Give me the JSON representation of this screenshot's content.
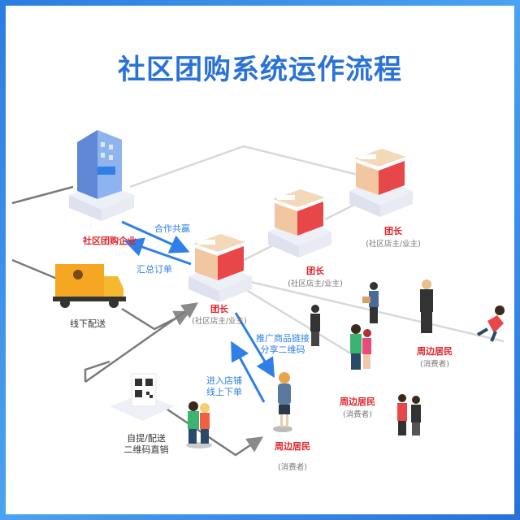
{
  "title": "社区团购系统运作流程",
  "enterprise": {
    "label": "社区团购企业"
  },
  "delivery": {
    "label": "线下配送"
  },
  "flows": {
    "cooperate": "合作共赢",
    "summary": "汇总订单",
    "promote_line1": "推广商品链接",
    "promote_line2": "分享二维码",
    "enter_line1": "进入店铺",
    "enter_line2": "线上下单"
  },
  "leaders": [
    {
      "label": "团长",
      "sub": "(社区店主/业主)"
    },
    {
      "label": "团长",
      "sub": "(社区店主/业主)"
    },
    {
      "label": "团长",
      "sub": "(社区店主/业主)"
    }
  ],
  "qr": {
    "line1": "自提/配送",
    "line2": "二维码直销"
  },
  "residents": [
    {
      "label": "周边居民",
      "sub": "(消费者)"
    },
    {
      "label": "周边居民",
      "sub": "(消费者)"
    },
    {
      "label": "周边居民",
      "sub": "(消费者)"
    }
  ],
  "colors": {
    "accent": "#2f7fe6",
    "label_red": "#e0242c",
    "line_grey": "#8a8a8a",
    "frame": "#2a7de1"
  }
}
